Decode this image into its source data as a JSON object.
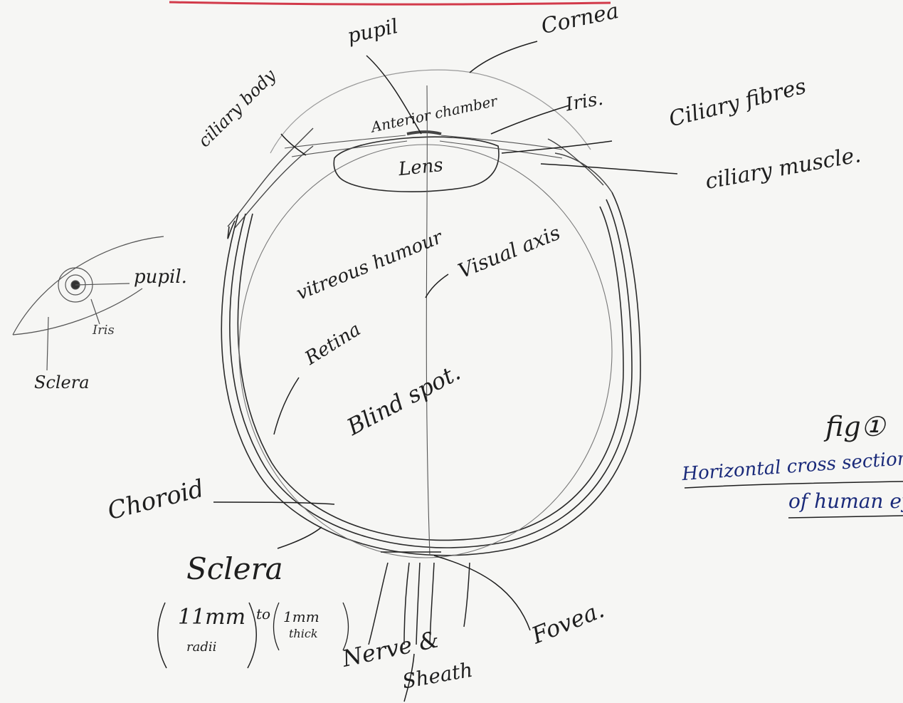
{
  "labels": {
    "pupil_top": "pupil",
    "cornea": "Cornea",
    "ciliary_body": "ciliary body",
    "anterior_chamber": "Anterior chamber",
    "iris": "Iris.",
    "ciliary_fibres": "Ciliary fibres",
    "ciliary_muscle": "ciliary muscle.",
    "lens": "Lens",
    "pupil_small": "pupil.",
    "iris_small": "Iris",
    "sclera_small": "Sclera",
    "vitreous_humour": "vitreous humour",
    "retina": "Retina",
    "visual_axis": "Visual axis",
    "blind_spot": "Blind spot.",
    "choroid": "Choroid",
    "sclera": "Sclera",
    "sclera_dim_1": "11mm",
    "sclera_dim_1_sub": "radii",
    "sclera_dim_join": "to",
    "sclera_dim_2": "1mm",
    "sclera_dim_2_sub": "thick",
    "nerve_sheath_1": "Nerve &",
    "nerve_sheath_2": "Sheath",
    "fovea": "Fovea.",
    "fig_number": "fig①",
    "caption_1": "Horizontal cross section",
    "caption_2": "of human eye"
  }
}
